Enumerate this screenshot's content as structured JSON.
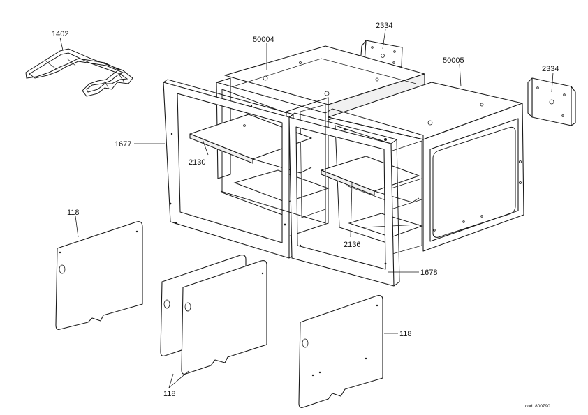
{
  "callouts": {
    "c1402": "1402",
    "c50004": "50004",
    "c2334_top": "2334",
    "c50005": "50005",
    "c2334_right": "2334",
    "c1677": "1677",
    "c2130": "2130",
    "c118_left": "118",
    "c2136": "2136",
    "c1678": "1678",
    "c118_right": "118",
    "c118_bottom": "118"
  },
  "drawing_code": "cod. 800790",
  "colors": {
    "line": "#1a1a1a",
    "background": "#ffffff"
  }
}
